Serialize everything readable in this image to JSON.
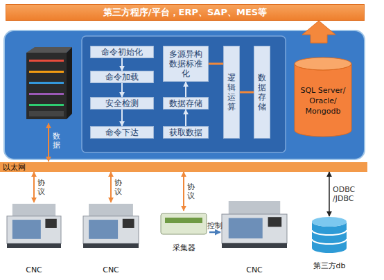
{
  "diagram": {
    "nodes": [
      {
        "text": [
          "第三方程序/平台，ERP、SAP、MES等"
        ]
      },
      {
        "text": [
          "命令初始化"
        ]
      },
      {
        "text": [
          "命令加载"
        ]
      },
      {
        "text": [
          "安全检测"
        ]
      },
      {
        "text": [
          "命令下达"
        ]
      },
      {
        "text": [
          "多源异构数据标准化"
        ]
      },
      {
        "text": [
          "数据存储"
        ]
      },
      {
        "text": [
          "获取数据"
        ]
      },
      {
        "text": [
          "逻辑运算"
        ]
      },
      {
        "text": [
          "数据存储"
        ]
      },
      {
        "text": [
          "SQL Server/ Oracle/ Mongodb"
        ]
      },
      {
        "text": [
          "以太网"
        ]
      },
      {
        "text": [
          "CNC"
        ]
      },
      {
        "text": [
          "CNC"
        ]
      },
      {
        "text": [
          "采集器"
        ]
      },
      {
        "text": [
          "CNC"
        ]
      },
      {
        "text": [
          "第三方db"
        ]
      }
    ],
    "edges": [
      {
        "from": 1,
        "to": 2,
        "arrow": "to"
      },
      {
        "from": 2,
        "to": 3,
        "arrow": "to"
      },
      {
        "from": 3,
        "to": 4,
        "arrow": "to"
      },
      {
        "from": 7,
        "to": 6,
        "arrow": "to"
      },
      {
        "from": 6,
        "to": 5,
        "arrow": "to"
      },
      {
        "from": 5,
        "to": 8,
        "arrow": "none"
      },
      {
        "from": 8,
        "to": 9,
        "arrow": "none"
      },
      {
        "from": 11,
        "to": 12,
        "label": "协议",
        "arrow": "both"
      },
      {
        "from": 11,
        "to": 13,
        "label": "协议",
        "arrow": "both"
      },
      {
        "from": 11,
        "to": 14,
        "label": "协议",
        "arrow": "both"
      },
      {
        "from": 14,
        "to": 15,
        "label": "控制",
        "arrow": "to"
      },
      {
        "from": 11,
        "to": 16,
        "label": "ODBC /JDBC",
        "arrow": "both"
      }
    ],
    "labels": [
      "数据"
    ]
  }
}
